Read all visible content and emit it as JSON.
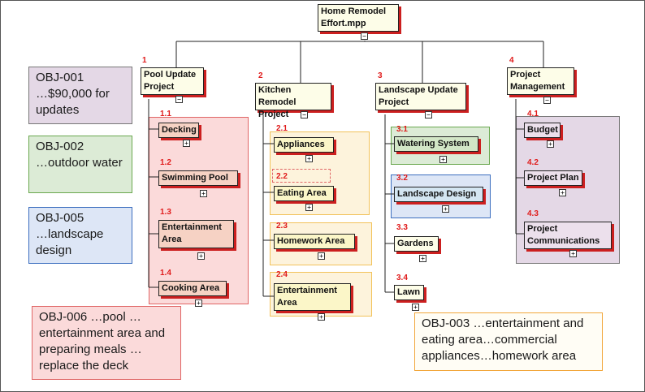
{
  "root": {
    "label": "Home Remodel Effort.mpp",
    "toggle": "−"
  },
  "branches": [
    {
      "num": "1",
      "label": "Pool Update Project",
      "toggle": "−",
      "children": [
        {
          "num": "1.1",
          "label": "Decking",
          "toggle": "+"
        },
        {
          "num": "1.2",
          "label": "Swimming Pool",
          "toggle": "+"
        },
        {
          "num": "1.3",
          "label": "Entertainment Area",
          "toggle": "+"
        },
        {
          "num": "1.4",
          "label": "Cooking Area",
          "toggle": "+"
        }
      ]
    },
    {
      "num": "2",
      "label": "Kitchen Remodel Project",
      "toggle": "−",
      "children": [
        {
          "num": "2.1",
          "label": "Appliances",
          "toggle": "+"
        },
        {
          "num": "2.2",
          "label": "Eating Area",
          "toggle": "+"
        },
        {
          "num": "2.3",
          "label": "Homework Area",
          "toggle": "+"
        },
        {
          "num": "2.4",
          "label": "Entertainment Area",
          "toggle": "+"
        }
      ]
    },
    {
      "num": "3",
      "label": "Landscape Update Project",
      "toggle": "−",
      "children": [
        {
          "num": "3.1",
          "label": "Watering System",
          "toggle": "+"
        },
        {
          "num": "3.2",
          "label": "Landscape Design",
          "toggle": "+"
        },
        {
          "num": "3.3",
          "label": "Gardens",
          "toggle": "+"
        },
        {
          "num": "3.4",
          "label": "Lawn",
          "toggle": "+"
        }
      ]
    },
    {
      "num": "4",
      "label": "Project Management",
      "toggle": "−",
      "children": [
        {
          "num": "4.1",
          "label": "Budget",
          "toggle": "+"
        },
        {
          "num": "4.2",
          "label": "Project Plan",
          "toggle": "+"
        },
        {
          "num": "4.3",
          "label": "Project Communications",
          "toggle": "+"
        }
      ]
    }
  ],
  "objectives": [
    {
      "id": "OBJ-001",
      "text": "…$90,000 for updates",
      "color": "#e4d8e6"
    },
    {
      "id": "OBJ-002",
      "text": "…outdoor water",
      "color": "#dcebd6"
    },
    {
      "id": "OBJ-005",
      "text": "…landscape design",
      "color": "#dde6f6"
    },
    {
      "id": "OBJ-006",
      "text": "…pool …entertainment area and preparing meals … replace the deck",
      "color": "#fbdada"
    },
    {
      "id": "OBJ-003",
      "text": "…entertainment and eating area…commercial appliances…homework area",
      "color": "#fdf3dc"
    }
  ],
  "colors": {
    "number": "#e01b1b",
    "shadow": "#cc1f1f",
    "lines": "#222222"
  }
}
